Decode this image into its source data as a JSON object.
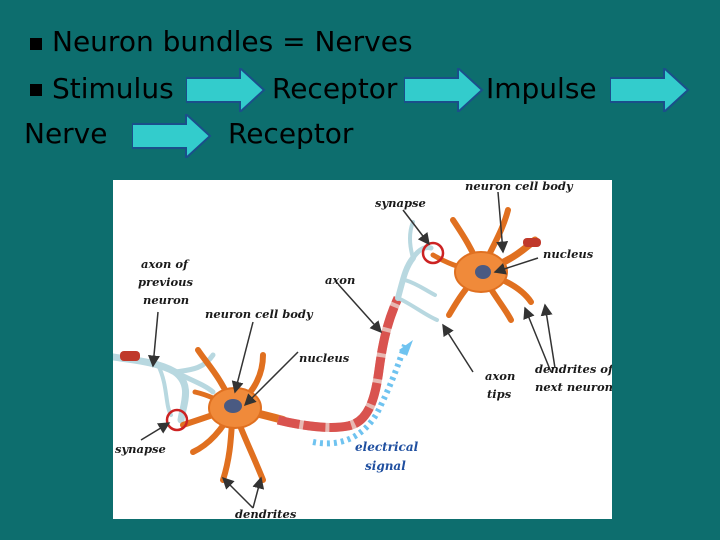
{
  "slide": {
    "bullets": [
      {
        "text": "Neuron bundles = Nerves"
      },
      {
        "text": "Stimulus"
      }
    ],
    "flow_row1": [
      "Receptor",
      "Impulse"
    ],
    "flow_row2": [
      "Nerve",
      "Receptor"
    ]
  },
  "diagram": {
    "labels": {
      "neuron_cell_body_top": "neuron cell body",
      "synapse_top": "synapse",
      "nucleus_right": "nucleus",
      "axon_of_previous_neuron_1": "axon of",
      "axon_of_previous_neuron_2": "previous",
      "axon_of_previous_neuron_3": "neuron",
      "axon": "axon",
      "neuron_cell_body_left": "neuron cell body",
      "nucleus_left": "nucleus",
      "axon_tips_1": "axon",
      "axon_tips_2": "tips",
      "dendrites_of_next_neuron_1": "dendrites of",
      "dendrites_of_next_neuron_2": "next neuron",
      "synapse_bottom": "synapse",
      "electrical_signal_1": "electrical",
      "electrical_signal_2": "signal",
      "dendrites": "dendrites"
    }
  },
  "colors": {
    "background": "#0d6e6e",
    "arrow_fill": "#33cccc",
    "neuron": "#f08a3a",
    "nucleus": "#4a5a82",
    "axon_segment": "#d9534f",
    "signal": "#6fc3f0"
  }
}
